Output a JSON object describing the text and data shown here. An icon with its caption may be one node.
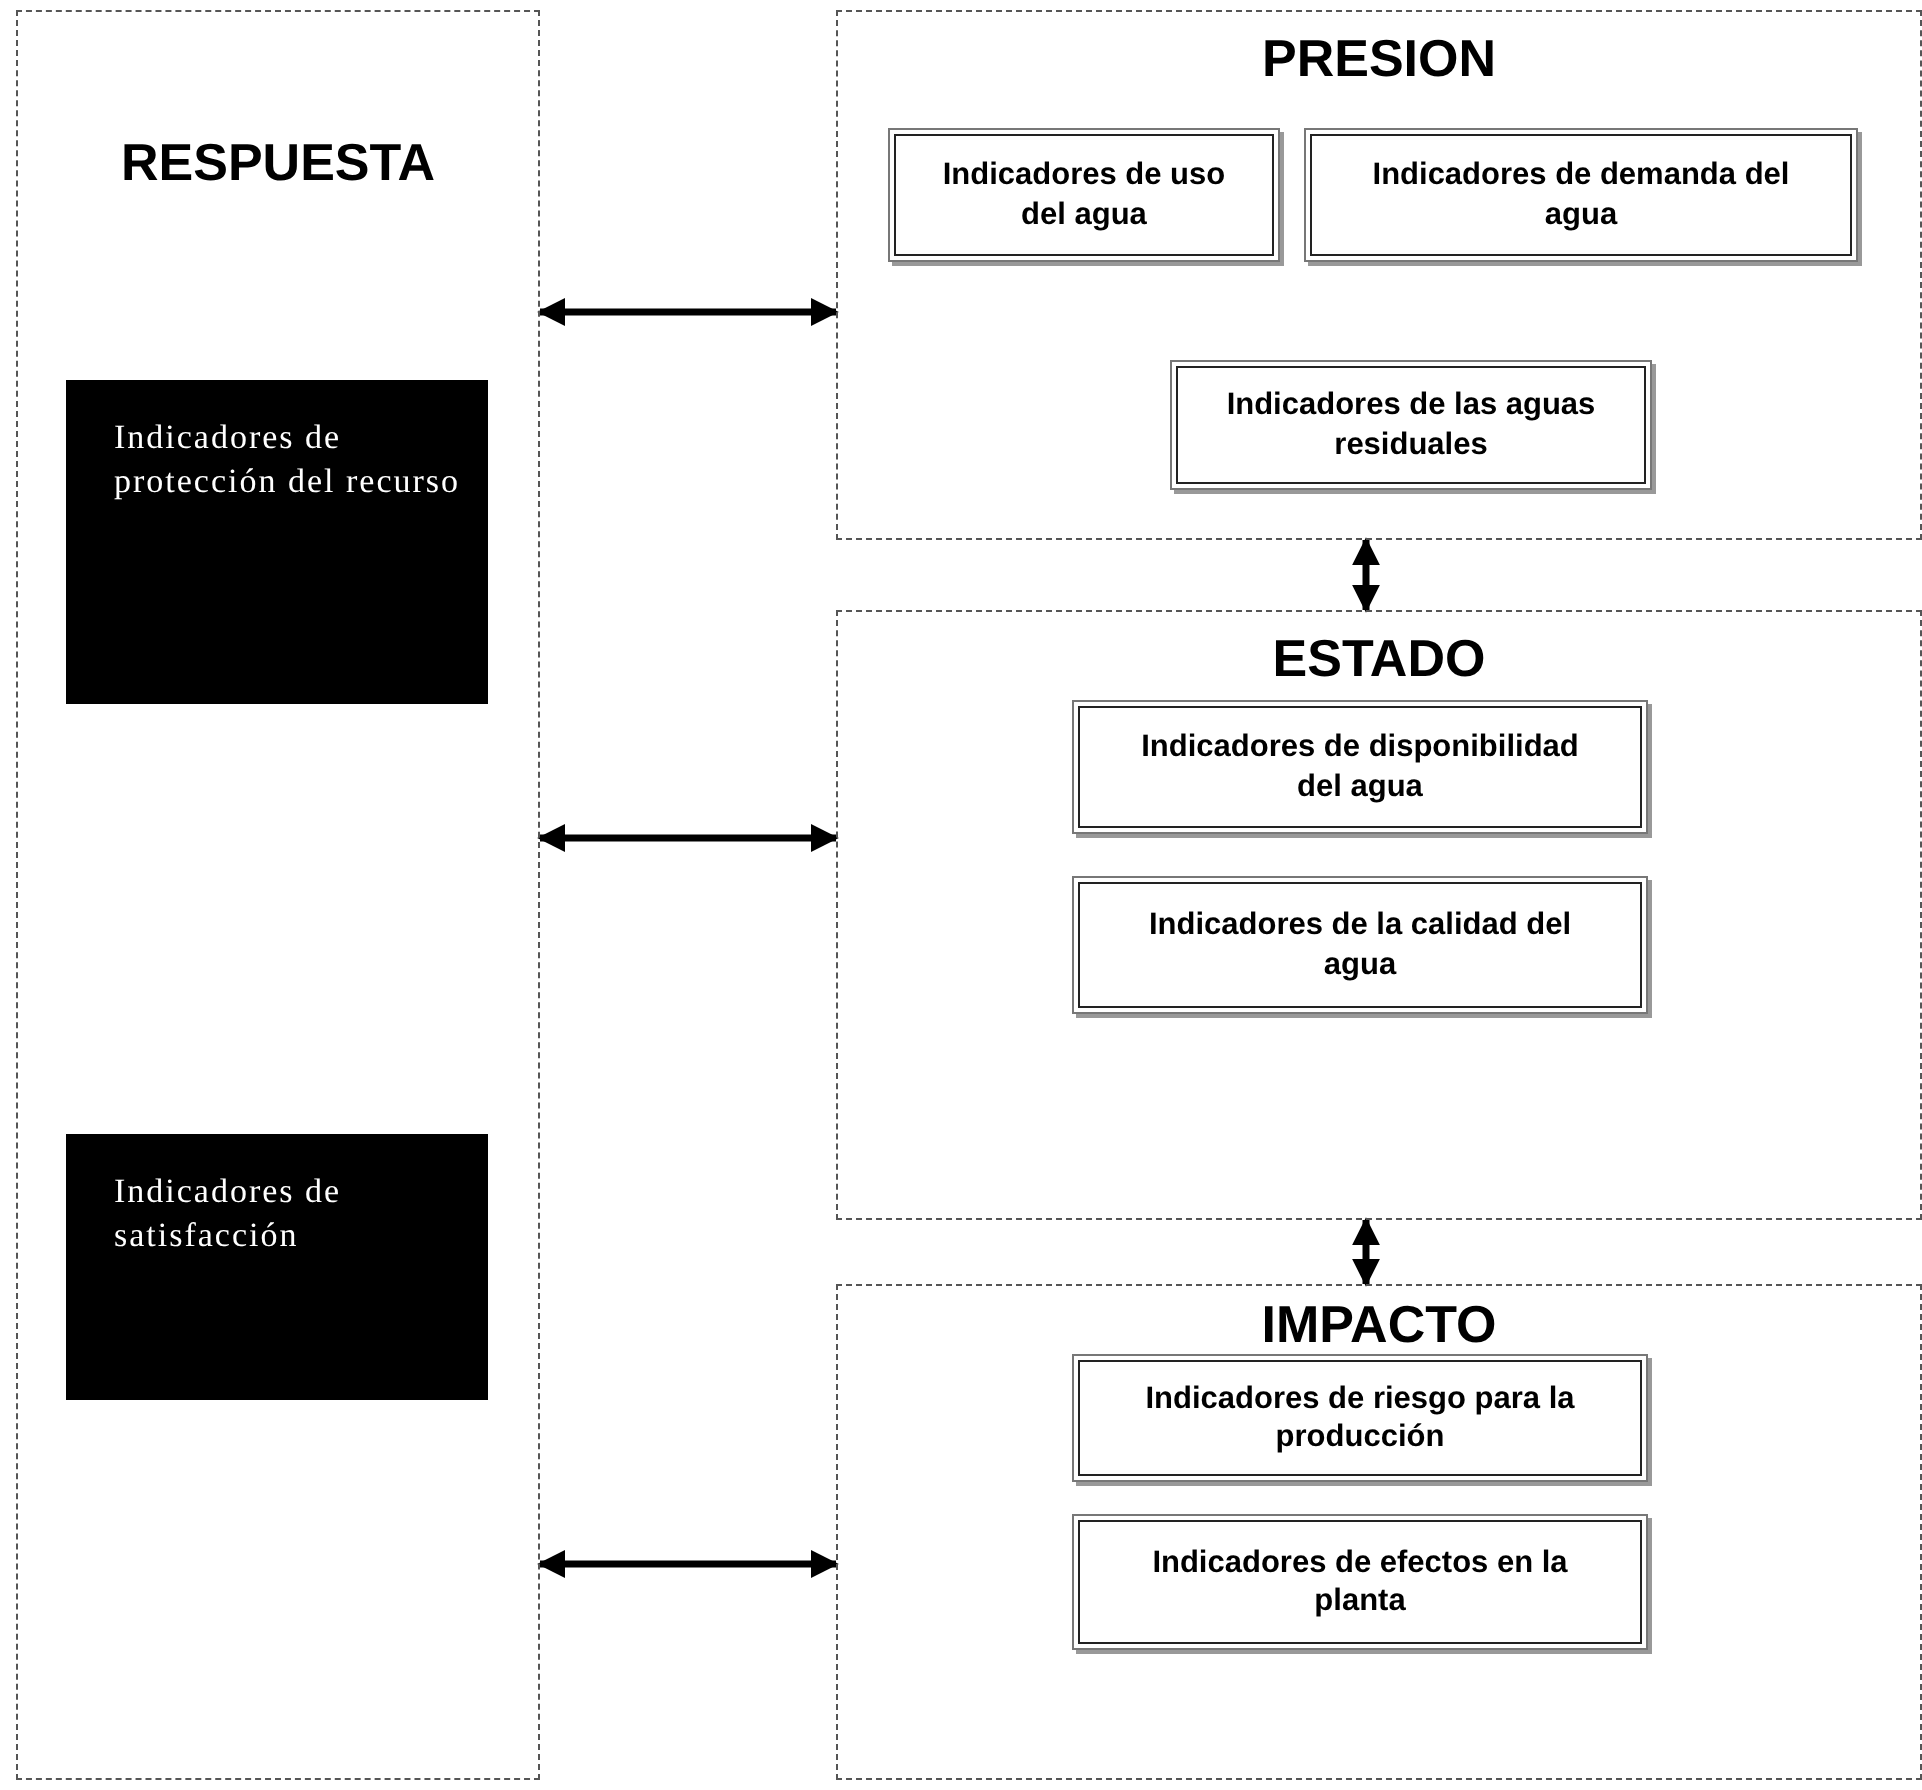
{
  "diagram": {
    "nodes": [
      {
        "text": [
          "RESPUESTA"
        ]
      },
      {
        "text": [
          "Indicadores de protección del recurso"
        ],
        "in": 0
      },
      {
        "text": [
          "Indicadores de satisfacción"
        ],
        "in": 0
      },
      {
        "text": [
          "PRESION"
        ]
      },
      {
        "text": [
          "Indicadores de uso del agua"
        ],
        "in": 3
      },
      {
        "text": [
          "Indicadores de demanda del agua"
        ],
        "in": 3
      },
      {
        "text": [
          "Indicadores de las aguas residuales"
        ],
        "in": 3
      },
      {
        "text": [
          "ESTADO"
        ]
      },
      {
        "text": [
          "Indicadores de disponibilidad del agua"
        ],
        "in": 7
      },
      {
        "text": [
          "Indicadores de la calidad del agua"
        ],
        "in": 7
      },
      {
        "text": [
          "IMPACTO"
        ]
      },
      {
        "text": [
          "Indicadores de riesgo para la producción"
        ],
        "in": 10
      },
      {
        "text": [
          "Indicadores de efectos en la planta"
        ],
        "in": 10
      }
    ],
    "edges": [
      {
        "from": 0,
        "to": 3,
        "arrow": "both"
      },
      {
        "from": 0,
        "to": 7,
        "arrow": "both"
      },
      {
        "from": 0,
        "to": 10,
        "arrow": "both"
      },
      {
        "from": 3,
        "to": 7,
        "arrow": "both"
      },
      {
        "from": 7,
        "to": 10,
        "arrow": "both"
      }
    ]
  }
}
